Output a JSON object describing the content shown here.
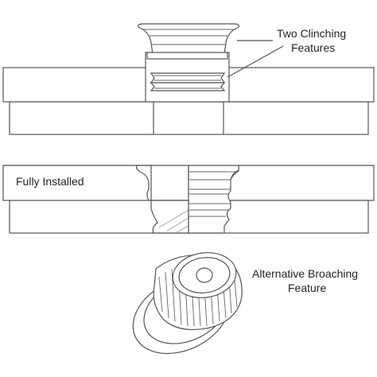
{
  "labels": {
    "two_clinching": "Two Clinching",
    "features": "Features",
    "fully_installed": "Fully Installed",
    "alternative_broaching": "Alternative Broaching",
    "feature": "Feature"
  }
}
